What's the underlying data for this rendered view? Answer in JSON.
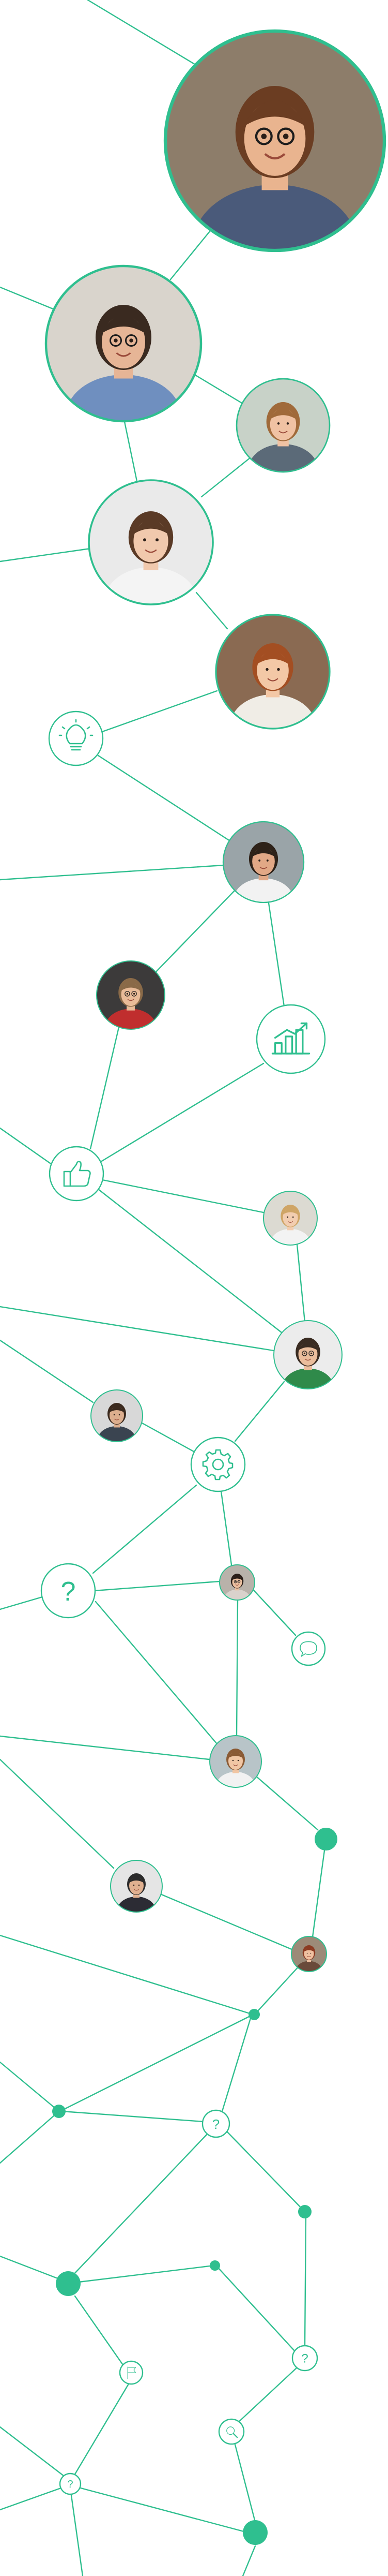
{
  "theme": {
    "accent": "#2fbf8f",
    "background": "#ffffff"
  },
  "people": [
    {
      "name": "man-glasses-beard-portrait",
      "hair": "#6b3d22",
      "skin": "#e9b48f",
      "shirt": "#4a5a7a",
      "bg": "#8d7d6a",
      "glasses": true
    },
    {
      "name": "business-couple-portrait",
      "hair": "#3a2a20",
      "skin": "#e6b596",
      "shirt": "#6f8fbf",
      "bg": "#d9d4cc",
      "glasses": true
    },
    {
      "name": "smiling-woman-vest-portrait",
      "hair": "#a06a3a",
      "skin": "#f0c2a3",
      "shirt": "#5b6a78",
      "bg": "#c8d2c8",
      "glasses": false
    },
    {
      "name": "woman-white-shirt-portrait",
      "hair": "#5a3a26",
      "skin": "#f1c9ad",
      "shirt": "#f4f4f4",
      "bg": "#eaeaea",
      "glasses": false
    },
    {
      "name": "redhead-woman-portrait",
      "hair": "#a34e22",
      "skin": "#f3c8a6",
      "shirt": "#f0ede6",
      "bg": "#8a6a52",
      "glasses": false
    },
    {
      "name": "man-stubble-smile-portrait",
      "hair": "#2e2219",
      "skin": "#e2a886",
      "shirt": "#f2f2f2",
      "bg": "#9aa4a8",
      "glasses": false
    },
    {
      "name": "woman-glasses-portrait",
      "hair": "#8a6a48",
      "skin": "#e9bb98",
      "shirt": "#c02e2e",
      "bg": "#3c3a3a",
      "glasses": true
    },
    {
      "name": "blonde-woman-portrait",
      "hair": "#cfa566",
      "skin": "#f2cdb0",
      "shirt": "#f3f3f3",
      "bg": "#dcdad2",
      "glasses": false
    },
    {
      "name": "woman-round-glasses-portrait",
      "hair": "#3a2c22",
      "skin": "#eabd9c",
      "shirt": "#2f8a4a",
      "bg": "#ececec",
      "glasses": true
    },
    {
      "name": "man-beard-side-portrait",
      "hair": "#3b2a1e",
      "skin": "#dcae8e",
      "shirt": "#3a4450",
      "bg": "#d8d8d8",
      "glasses": false
    },
    {
      "name": "woman-dark-hair-portrait",
      "hair": "#2a1e18",
      "skin": "#ecc0a0",
      "shirt": "#d9d2cc",
      "bg": "#b9b2aa",
      "glasses": true
    },
    {
      "name": "woman-smiling-portrait",
      "hair": "#8a5a34",
      "skin": "#f1c6a4",
      "shirt": "#f2f2f2",
      "bg": "#b8c4c8",
      "glasses": false
    },
    {
      "name": "man-suit-portrait",
      "hair": "#2b2b2b",
      "skin": "#e0b090",
      "shirt": "#2c2c34",
      "bg": "#e5e5e5",
      "glasses": false
    },
    {
      "name": "woman-red-hair-portrait",
      "hair": "#8b3a22",
      "skin": "#efc0a0",
      "shirt": "#6a4a3a",
      "bg": "#9c8a78",
      "glasses": false
    }
  ],
  "icons": [
    {
      "name": "lightbulb-icon",
      "glyph": "bulb"
    },
    {
      "name": "growth-chart-icon",
      "glyph": "chart"
    },
    {
      "name": "thumbs-up-icon",
      "glyph": "thumb"
    },
    {
      "name": "gear-icon",
      "glyph": "gear"
    },
    {
      "name": "question-icon",
      "glyph": "?"
    },
    {
      "name": "chat-bubble-icon",
      "glyph": "chat"
    },
    {
      "name": "question-icon",
      "glyph": "?"
    },
    {
      "name": "flag-icon",
      "glyph": "flag"
    },
    {
      "name": "question-icon",
      "glyph": "?"
    },
    {
      "name": "magnifier-icon",
      "glyph": "search"
    },
    {
      "name": "question-icon",
      "glyph": "?"
    }
  ]
}
